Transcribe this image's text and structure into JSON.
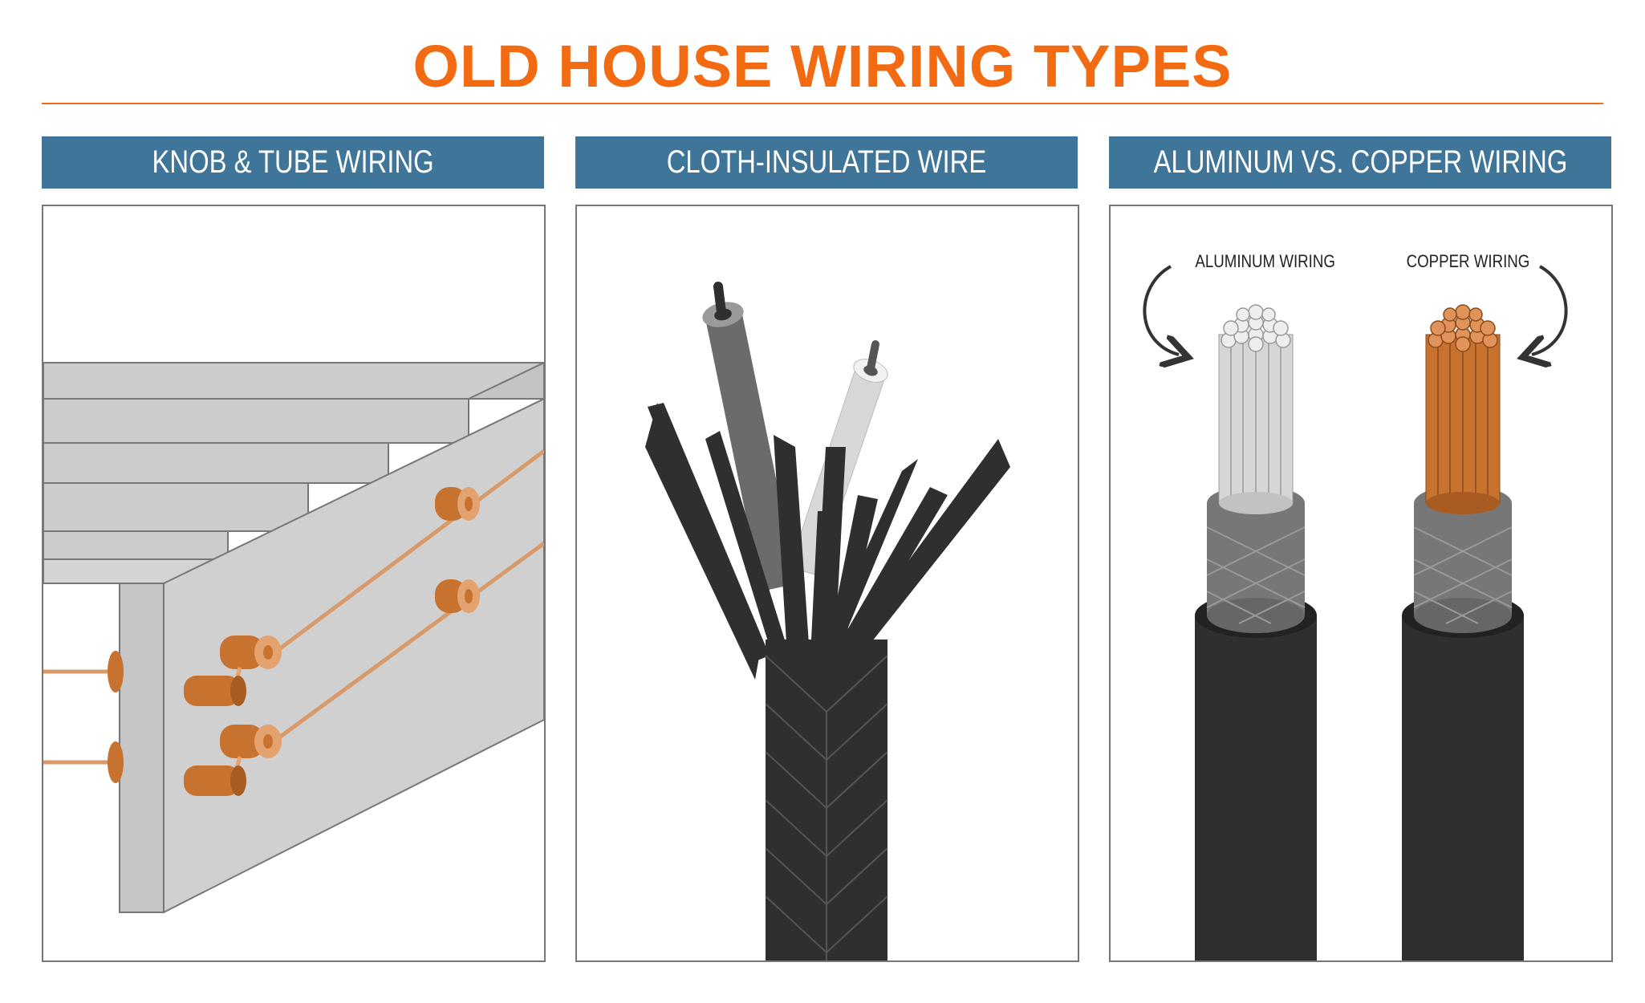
{
  "title": "OLD HOUSE WIRING TYPES",
  "colors": {
    "accent": "#f26a11",
    "header_bg": "#3f7599",
    "header_text": "#ffffff",
    "copper": "#c8722f",
    "aluminum": "#d6d6d6",
    "cloth": "#2f2f2f",
    "joist": "#cccccc"
  },
  "panels": [
    {
      "header": "KNOB & TUBE WIRING"
    },
    {
      "header": "CLOTH-INSULATED WIRE"
    },
    {
      "header": "ALUMINUM VS. COPPER WIRING",
      "labels": {
        "aluminum": "ALUMINUM WIRING",
        "copper": "COPPER WIRING"
      }
    }
  ]
}
